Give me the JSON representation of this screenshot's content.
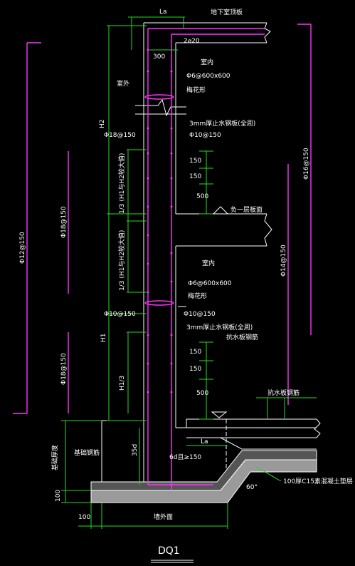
{
  "drawing": {
    "title": "DQ1",
    "colors": {
      "background": "#000000",
      "slab_outline": "#ffffff",
      "dimension_lines": "#22dd22",
      "rebar": "#ff22ff",
      "centerline": "#ffffff",
      "concrete_fill": "#bbbbbb"
    },
    "labels": {
      "la_top": "La",
      "basement_roof": "地下室顶板",
      "rebar_2d20": "2⌀20",
      "dim_300": "300",
      "indoor_top": "室内",
      "tie_top": "Φ6@600x600",
      "tie_top_sub": "梅花形",
      "outdoor": "室外",
      "waterstop_top": "3mm厚止水钢板(全周)",
      "rebar_left_h2": "Φ18@150",
      "rebar_right_h2": "Φ10@150",
      "dim_150_a": "150",
      "dim_150_b": "150",
      "dim_500_a": "500",
      "h2": "H2",
      "third_top": "1/3 (H1与H2较大值)",
      "third_bot": "1/3 (H1与H2较大值)",
      "floor_b1": "负一层板面",
      "indoor_mid": "室内",
      "tie_mid": "Φ6@600x600",
      "tie_mid_sub": "梅花形",
      "rebar_left_h1": "Φ10@150",
      "rebar_right_h1": "Φ10@150",
      "waterstop_mid": "3mm厚止水钢板(全周)",
      "sump": "抗水板钢筋",
      "h1": "H1",
      "h1_3": "H1/3",
      "dim_150_c": "150",
      "dim_150_d": "150",
      "dim_500_b": "500",
      "anti_water": "抗水板钢筋",
      "la_bot": "La",
      "found_height": "基础厚度",
      "found_rebar": "基础钢筋",
      "dim_35d": "35d",
      "dim_6d": "6d且≥150",
      "bedding": "100厚C15素混凝土垫层",
      "angle": "60°",
      "dim_100_v": "100",
      "dim_100_h": "100",
      "wall_base": "墙外面",
      "left_rebar_long": "Φ12@150",
      "left_rebar_mid": "Φ18@150",
      "left_rebar_low": "Φ18@150",
      "right_rebar_top": "Φ16@150",
      "right_rebar_mid": "Φ14@150"
    }
  }
}
